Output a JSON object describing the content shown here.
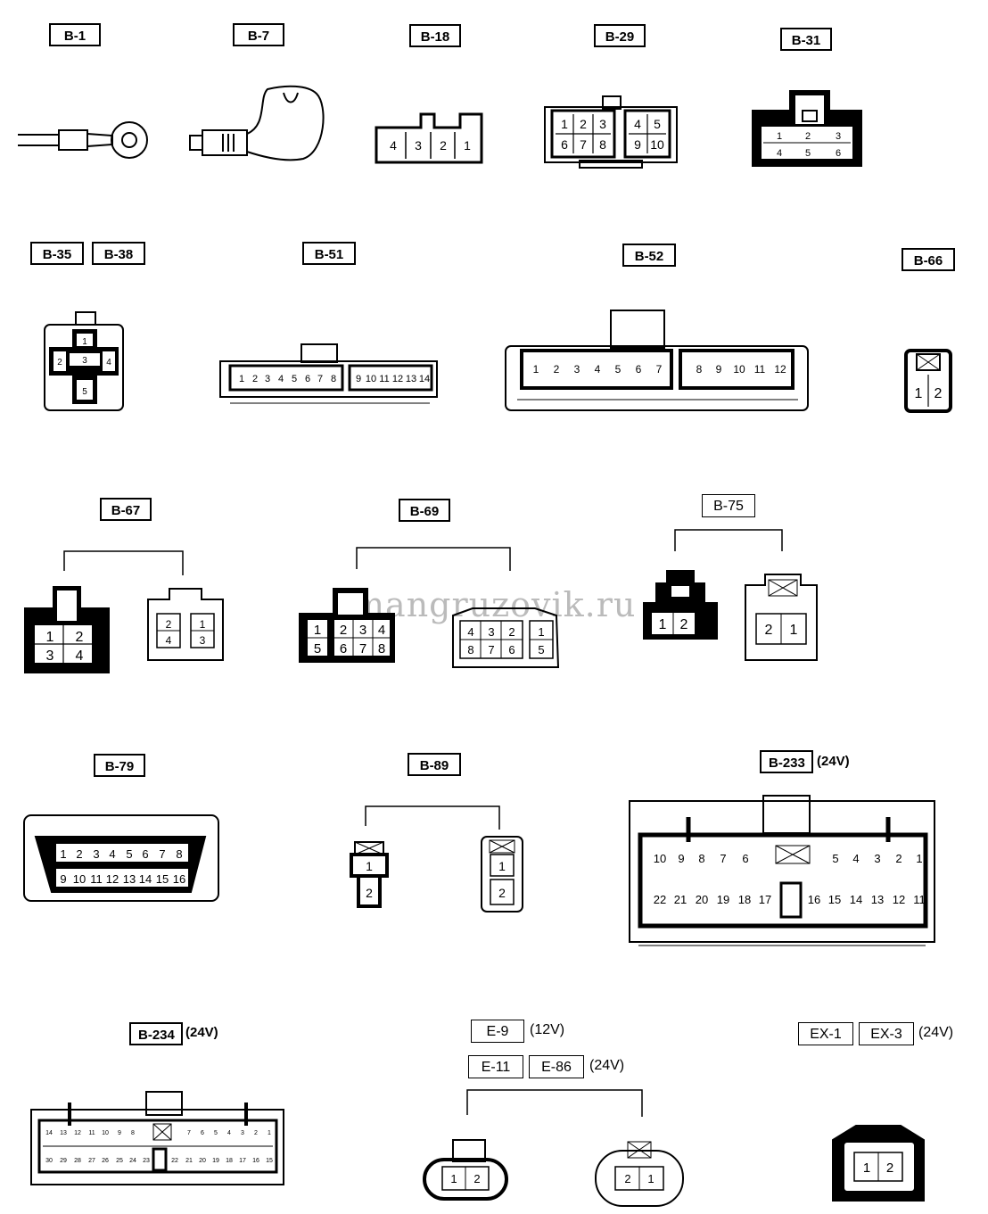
{
  "watermark": "mangruzovik.ru",
  "connectors": [
    {
      "id": "b1",
      "labels": [
        "B-1"
      ]
    },
    {
      "id": "b7",
      "labels": [
        "B-7"
      ]
    },
    {
      "id": "b18",
      "labels": [
        "B-18"
      ],
      "pins": [
        "4",
        "3",
        "2",
        "1"
      ]
    },
    {
      "id": "b29",
      "labels": [
        "B-29"
      ],
      "pins": [
        "1",
        "2",
        "3",
        "6",
        "7",
        "8",
        "4",
        "5",
        "9",
        "10"
      ]
    },
    {
      "id": "b31",
      "labels": [
        "B-31"
      ],
      "pins": [
        "1",
        "2",
        "3",
        "4",
        "5",
        "6"
      ]
    },
    {
      "id": "b35",
      "labels": [
        "B-35",
        "B-38"
      ],
      "pins": [
        "1",
        "2",
        "3",
        "4",
        "5"
      ]
    },
    {
      "id": "b51",
      "labels": [
        "B-51"
      ],
      "pins": [
        "1",
        "2",
        "3",
        "4",
        "5",
        "6",
        "7",
        "8",
        "9",
        "10",
        "11",
        "12",
        "13",
        "14"
      ]
    },
    {
      "id": "b52",
      "labels": [
        "B-52"
      ],
      "pins": [
        "1",
        "2",
        "3",
        "4",
        "5",
        "6",
        "7",
        "8",
        "9",
        "10",
        "11",
        "12"
      ]
    },
    {
      "id": "b66",
      "labels": [
        "B-66"
      ],
      "pins": [
        "1",
        "2"
      ]
    },
    {
      "id": "b67",
      "labels": [
        "B-67"
      ],
      "pins": [
        "1",
        "2",
        "3",
        "4"
      ],
      "pins_female": [
        "2",
        "4",
        "1",
        "3"
      ]
    },
    {
      "id": "b69",
      "labels": [
        "B-69"
      ],
      "pins": [
        "1",
        "2",
        "3",
        "4",
        "5",
        "6",
        "7",
        "8"
      ],
      "pins_female": [
        "4",
        "3",
        "2",
        "8",
        "7",
        "6",
        "1",
        "5"
      ]
    },
    {
      "id": "b75",
      "labels": [
        "B-75"
      ],
      "pins": [
        "1",
        "2"
      ],
      "pins_female": [
        "2",
        "1"
      ]
    },
    {
      "id": "b79",
      "labels": [
        "B-79"
      ],
      "pins": [
        "1",
        "2",
        "3",
        "4",
        "5",
        "6",
        "7",
        "8",
        "9",
        "10",
        "11",
        "12",
        "13",
        "14",
        "15",
        "16"
      ]
    },
    {
      "id": "b89",
      "labels": [
        "B-89"
      ],
      "pins": [
        "1",
        "2"
      ],
      "pins_female": [
        "1",
        "2"
      ]
    },
    {
      "id": "b233",
      "labels": [
        "B-233"
      ],
      "voltage": "(24V)",
      "pins_top": [
        "10",
        "9",
        "8",
        "7",
        "6",
        "5",
        "4",
        "3",
        "2",
        "1"
      ],
      "pins_bottom": [
        "22",
        "21",
        "20",
        "19",
        "18",
        "17",
        "16",
        "15",
        "14",
        "13",
        "12",
        "11"
      ]
    },
    {
      "id": "b234",
      "labels": [
        "B-234"
      ],
      "voltage": "(24V)",
      "pins_top": [
        "14",
        "13",
        "12",
        "11",
        "10",
        "9",
        "8",
        "7",
        "6",
        "5",
        "4",
        "3",
        "2",
        "1"
      ],
      "pins_bottom": [
        "30",
        "29",
        "28",
        "27",
        "26",
        "25",
        "24",
        "23",
        "22",
        "21",
        "20",
        "19",
        "18",
        "17",
        "16",
        "15"
      ]
    },
    {
      "id": "e9",
      "labels": [
        "E-9"
      ],
      "voltage": "(12V)",
      "labels2": [
        "E-11",
        "E-86"
      ],
      "voltage2": "(24V)",
      "pins": [
        "1",
        "2"
      ],
      "pins_female": [
        "2",
        "1"
      ]
    },
    {
      "id": "ex1",
      "labels": [
        "EX-1",
        "EX-3"
      ],
      "voltage": "(24V)",
      "pins": [
        "1",
        "2"
      ]
    }
  ]
}
